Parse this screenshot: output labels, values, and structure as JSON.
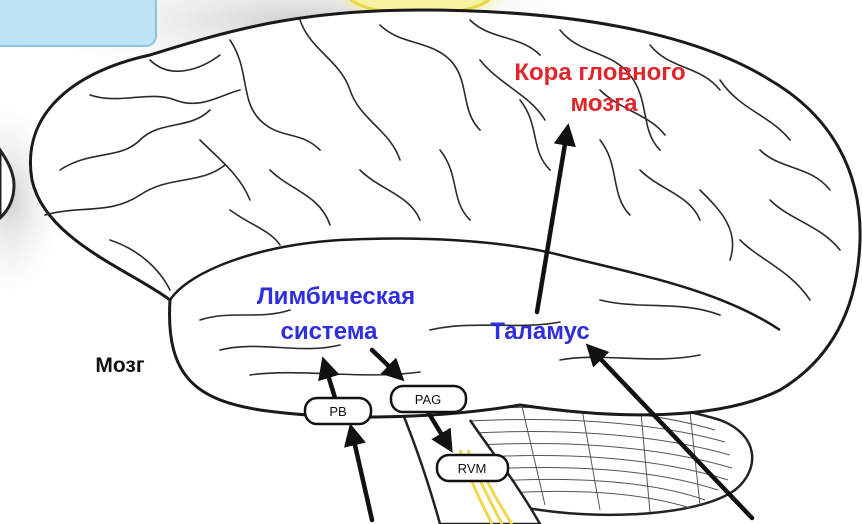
{
  "labels": {
    "cortex_line1": "Кора гловного",
    "cortex_line2": "мозга",
    "limbic_line1": "Лимбическая",
    "limbic_line2": "система",
    "thalamus": "Таламус",
    "brain": "Мозг"
  },
  "nodes": {
    "pb": "PB",
    "pag": "PAG",
    "rvm": "RVM"
  },
  "colors": {
    "cortex": "#e0262b",
    "limbic": "#2f2fe0",
    "thalamus": "#2f2fe0",
    "brain": "#111111",
    "callout_box": "#bfe3f4",
    "glow": "#f6f2a0",
    "nerve": "#f2d64b"
  }
}
